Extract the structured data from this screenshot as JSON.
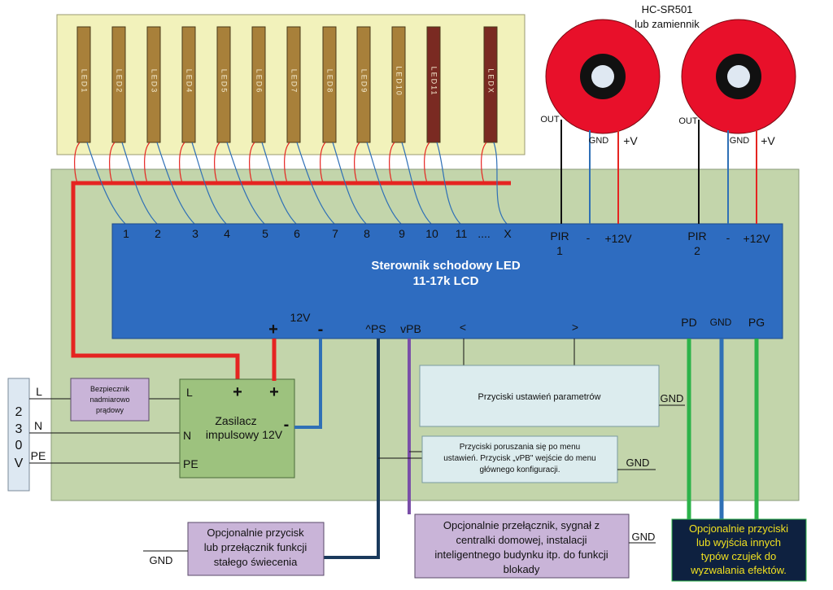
{
  "leds": [
    "LED1",
    "LED2",
    "LED3",
    "LED4",
    "LED5",
    "LED6",
    "LED7",
    "LED8",
    "LED9",
    "LED10",
    "LED11",
    "LEDX"
  ],
  "sensor": {
    "model": "HC-SR501",
    "subtitle": "lub zamiennik",
    "out": "OUT",
    "gnd": "GND",
    "vplus": "+V"
  },
  "controller": {
    "title": "Sterownik schodowy LED",
    "subtitle": "11-17k LCD",
    "outputs": [
      "1",
      "2",
      "3",
      "4",
      "5",
      "6",
      "7",
      "8",
      "9",
      "10",
      "11",
      "....",
      "X"
    ],
    "pir1": {
      "name": "PIR",
      "num": "1",
      "minus": "-",
      "v": "+12V"
    },
    "pir2": {
      "name": "PIR",
      "num": "2",
      "minus": "-",
      "v": "+12V"
    },
    "v12": "12V",
    "plus": "+",
    "minus": "-",
    "ps": "^PS",
    "pb": "vPB",
    "lt": "<",
    "gt": ">",
    "pd": "PD",
    "gnd": "GND",
    "pg": "PG"
  },
  "mains": {
    "label": "230V",
    "chars": [
      "2",
      "3",
      "0",
      "V"
    ],
    "l": "L",
    "n": "N",
    "pe": "PE"
  },
  "fuse": {
    "line1": "Bezpiecznik",
    "line2": "nadmiarowo",
    "line3": "prądowy"
  },
  "psu": {
    "line1": "Zasilacz",
    "line2": "impulsowy 12V",
    "l": "L",
    "n": "N",
    "pe": "PE",
    "plus": "+",
    "minus": "-"
  },
  "param_buttons": {
    "text": "Przyciski ustawień parametrów",
    "gnd": "GND"
  },
  "menu_buttons": {
    "line1": "Przyciski poruszania się po menu",
    "line2": "ustawień. Przycisk „vPB\" wejście do menu",
    "line3": "głównego konfiguracji.",
    "gnd": "GND"
  },
  "opt_switch": {
    "line1": "Opcjonalnie przycisk",
    "line2": "lub przełącznik funkcji",
    "line3": "stałego świecenia",
    "gnd": "GND"
  },
  "opt_block": {
    "line1": "Opcjonalnie przełącznik, sygnał z",
    "line2": "centralki domowej, instalacji",
    "line3": "inteligentnego budynku itp. do funkcji",
    "line4": "blokady",
    "gnd": "GND"
  },
  "opt_effects": {
    "line1": "Opcjonalnie przyciski",
    "line2": "lub wyjścia innych",
    "line3": "typów czujek do",
    "line4": "wyzwalania efektów."
  },
  "colors": {
    "board": "#c3d5ab",
    "led_panel": "#f2f2bb",
    "controller": "#2e6cc0",
    "led_strip": "#a8803a",
    "led_strip_dark": "#7a2a22",
    "sensor_ring": "#e8102a",
    "wire_red": "#e52421",
    "wire_blue": "#2f70b6",
    "wire_navy": "#1a3a5c",
    "wire_purple": "#7a4fa8",
    "wire_green": "#2cb34a",
    "purple_box": "#c9b4d8",
    "psu_box": "#9dc27e",
    "cyan_box": "#dcecee",
    "effects_box": "#0e2140",
    "effects_text": "#f0e020"
  }
}
